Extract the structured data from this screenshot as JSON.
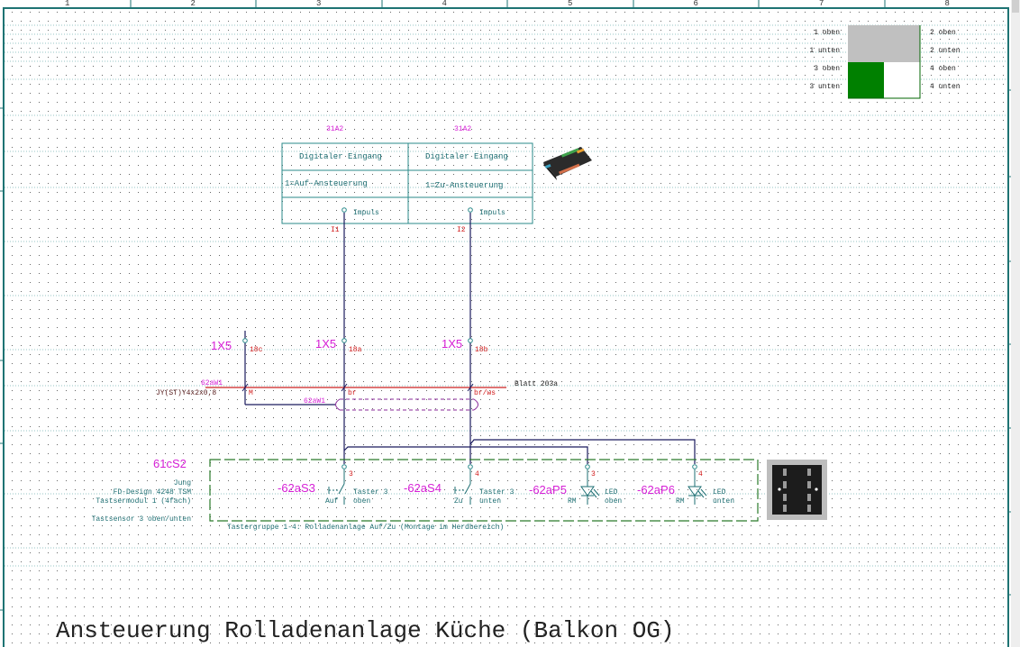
{
  "sheet": {
    "columns": [
      "1",
      "2",
      "3",
      "4",
      "5",
      "6",
      "7",
      "8"
    ],
    "title": "Ansteuerung Rolladenanlage Küche (Balkon OG)"
  },
  "legend": {
    "rows": [
      {
        "left": "1 oben",
        "right": "2 oben"
      },
      {
        "left": "1 unten",
        "right": "2 unten"
      },
      {
        "left": "3 oben",
        "right": "4 oben"
      },
      {
        "left": "3 unten",
        "right": "4 unten"
      }
    ],
    "colors": {
      "top": "#c0c0c0",
      "active": "#008000",
      "inactive": "#ffffff",
      "border": "#006400"
    }
  },
  "actuator": {
    "refs": [
      "31A2",
      "31A2"
    ],
    "channels": [
      {
        "header": "Digitaler Eingang",
        "function": "1=Auf-Ansteuerung",
        "mode": "Impuls",
        "pin": "I1"
      },
      {
        "header": "Digitaler Eingang",
        "function": "1=Zu-Ansteuerung",
        "mode": "Impuls",
        "pin": "I2"
      }
    ],
    "image_icon": "knx-actuator-device-icon"
  },
  "terminals": [
    {
      "strip": "1X5",
      "terminal": "18c"
    },
    {
      "strip": "1X5",
      "terminal": "18a"
    },
    {
      "strip": "1X5",
      "terminal": "18b"
    }
  ],
  "cable": {
    "id": "62aW1",
    "type": "JY(ST)Y4x2x0,8",
    "wires": [
      "M",
      "br",
      "br/ws"
    ],
    "shield_label": "62aW1",
    "reference": "Blatt 203a"
  },
  "module": {
    "id": "61cS2",
    "desc_lines": [
      "Jung",
      "FD-Design 4248 TSM",
      "Tastsermodul 1 (4fach)"
    ],
    "sensor": "Tastsensor 3 oben/unten",
    "group_caption": "Tastergruppe 1-4: Rolladenanlage Auf/Zu (Montage im Herdbereich)",
    "image_icon": "jung-push-button-module-icon"
  },
  "devices": [
    {
      "id": "-62aS3",
      "pin": "3",
      "sub": "Auf",
      "desc1": "Taster 3",
      "desc2": "oben",
      "kind": "switch"
    },
    {
      "id": "-62aS4",
      "pin": "4",
      "sub": "Zu",
      "desc1": "Taster 3",
      "desc2": "unten",
      "kind": "switch"
    },
    {
      "id": "-62aP5",
      "pin": "3",
      "sub": "RM",
      "desc1": "LED",
      "desc2": "oben",
      "kind": "led"
    },
    {
      "id": "-62aP6",
      "pin": "4",
      "sub": "RM",
      "desc1": "LED",
      "desc2": "unten",
      "kind": "led"
    }
  ],
  "colors": {
    "frame": "#1e7373",
    "wire": "#1a1a5e",
    "cable": "#cc2020",
    "shield": "#8a2a9a",
    "group_box": "#2a7a2a"
  }
}
